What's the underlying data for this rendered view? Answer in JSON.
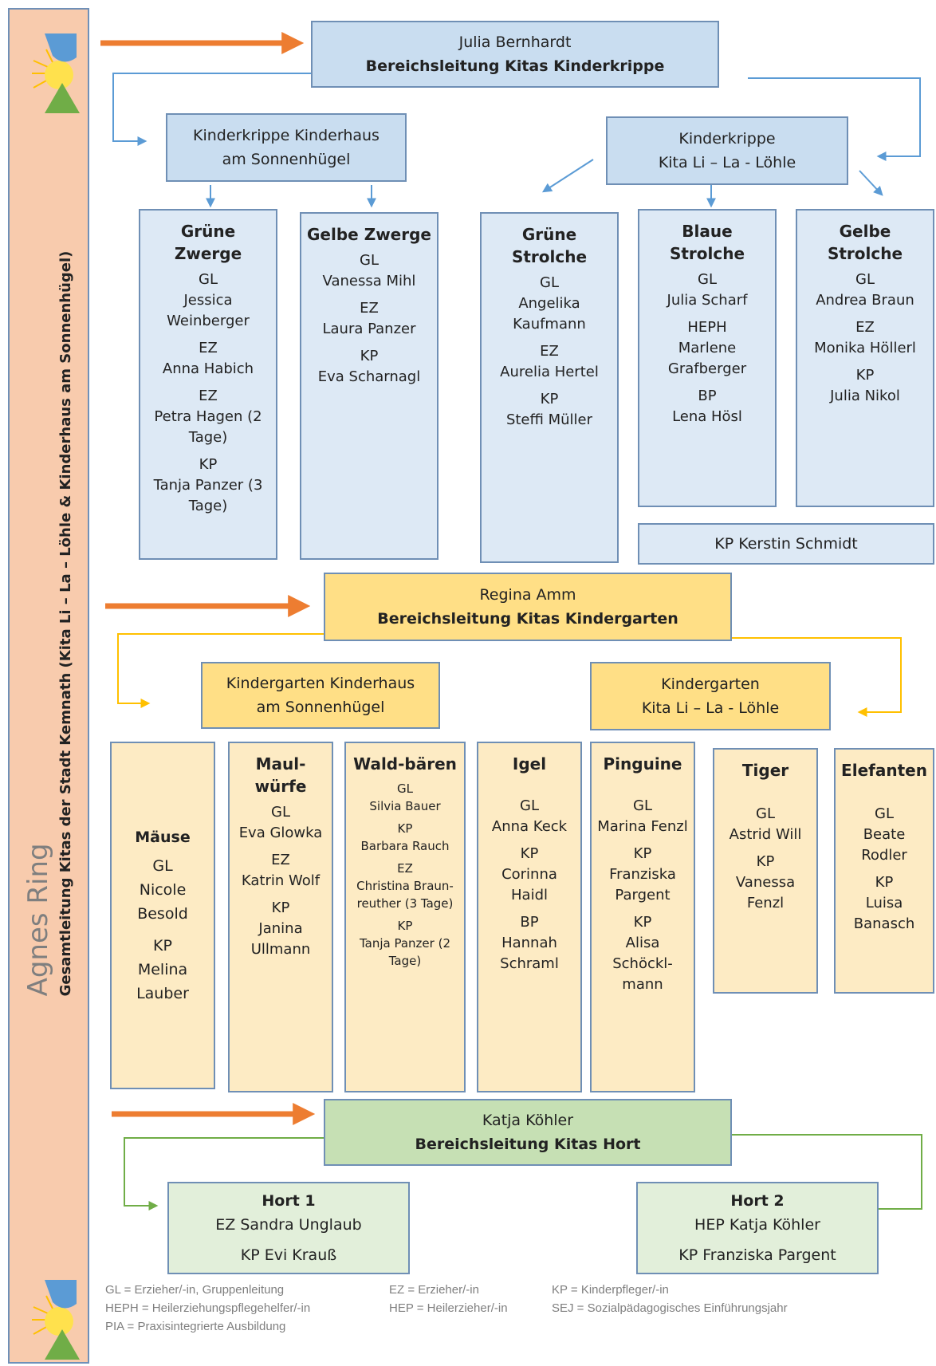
{
  "sidebar": {
    "name": "Agnes Ring",
    "subtitle": "Gesamtleitung Kitas der Stadt Kemnath (Kita Li – La – Löhle & Kinderhaus am Sonnenhügel)"
  },
  "krippe": {
    "head": {
      "name": "Julia Bernhardt",
      "title": "Bereichsleitung Kitas Kinderkrippe"
    },
    "site1": {
      "line1": "Kinderkrippe Kinderhaus",
      "line2": "am Sonnenhügel"
    },
    "site2": {
      "line1": "Kinderkrippe",
      "line2": "Kita Li – La - Löhle"
    },
    "groups": [
      {
        "name": "Grüne Zwerge",
        "lines": [
          "GL",
          "Jessica Weinberger",
          "EZ",
          "Anna Habich",
          "EZ",
          "Petra Hagen (2 Tage)",
          "KP",
          "Tanja Panzer (3 Tage)"
        ]
      },
      {
        "name": "Gelbe Zwerge",
        "lines": [
          "GL",
          "Vanessa Mihl",
          "EZ",
          "Laura Panzer",
          "KP",
          "Eva Scharnagl"
        ]
      },
      {
        "name": "Grüne Strolche",
        "lines": [
          "GL",
          "Angelika Kaufmann",
          "EZ",
          "Aurelia Hertel",
          "KP",
          "Steffi Müller"
        ]
      },
      {
        "name": "Blaue Strolche",
        "lines": [
          "GL",
          "Julia Scharf",
          "HEPH",
          "Marlene Grafberger",
          "BP",
          "Lena Hösl"
        ]
      },
      {
        "name": "Gelbe Strolche",
        "lines": [
          "GL",
          "Andrea Braun",
          "EZ",
          "Monika Höllerl",
          "KP",
          "Julia Nikol"
        ]
      }
    ],
    "extra": "KP Kerstin Schmidt"
  },
  "kindergarten": {
    "head": {
      "name": "Regina Amm",
      "title": "Bereichsleitung Kitas Kindergarten"
    },
    "site1": {
      "line1": "Kindergarten Kinderhaus",
      "line2": "am Sonnenhügel"
    },
    "site2": {
      "line1": "Kindergarten",
      "line2": "Kita Li – La - Löhle"
    },
    "groups": [
      {
        "name": "Mäuse",
        "lines": [
          "GL",
          "Nicole Besold",
          "KP",
          "Melina Lauber"
        ]
      },
      {
        "name": "Maul-würfe",
        "lines": [
          "GL",
          "Eva Glowka",
          "EZ",
          "Katrin Wolf",
          "KP",
          "Janina Ullmann"
        ]
      },
      {
        "name": "Wald-bären",
        "lines": [
          "GL",
          "Silvia Bauer",
          "KP",
          "Barbara Rauch",
          "EZ",
          "Christina Braun-reuther (3 Tage)",
          "KP",
          "Tanja Panzer (2 Tage)"
        ]
      },
      {
        "name": "Igel",
        "lines": [
          "GL",
          "Anna Keck",
          "KP",
          "Corinna Haidl",
          "BP",
          "Hannah Schraml"
        ]
      },
      {
        "name": "Pinguine",
        "lines": [
          "GL",
          "Marina Fenzl",
          "KP",
          "Franziska Pargent",
          "KP",
          "Alisa Schöckl-mann"
        ]
      },
      {
        "name": "Tiger",
        "lines": [
          "GL",
          "Astrid Will",
          "KP",
          "Vanessa Fenzl"
        ]
      },
      {
        "name": "Elefanten",
        "lines": [
          "GL",
          "Beate Rodler",
          "KP",
          "Luisa Banasch"
        ]
      }
    ]
  },
  "hort": {
    "head": {
      "name": "Katja Köhler",
      "title": "Bereichsleitung Kitas Hort"
    },
    "groups": [
      {
        "name": "Hort 1",
        "lines": [
          "EZ Sandra Unglaub",
          "KP Evi Krauß"
        ]
      },
      {
        "name": "Hort 2",
        "lines": [
          "HEP Katja Köhler",
          "KP Franziska Pargent"
        ]
      }
    ]
  },
  "legend": {
    "gl": "GL = Erzieher/-in, Gruppenleitung",
    "heph": "HEPH = Heilerziehungspflegehelfer/-in",
    "pia": "PIA = Praxisintegrierte Ausbildung",
    "ez": "EZ = Erzieher/-in",
    "hep": "HEP = Heilerzieher/-in",
    "kp": "KP = Kinderpfleger/-in",
    "sej": "SEJ = Sozialpädagogisches Einführungsjahr"
  },
  "colors": {
    "krippe": "#c9ddf0",
    "kindergarten": "#ffdf86",
    "hort": "#c6e0b4",
    "sidebar": "#f8cbad",
    "arrow": "#ed7d31"
  }
}
